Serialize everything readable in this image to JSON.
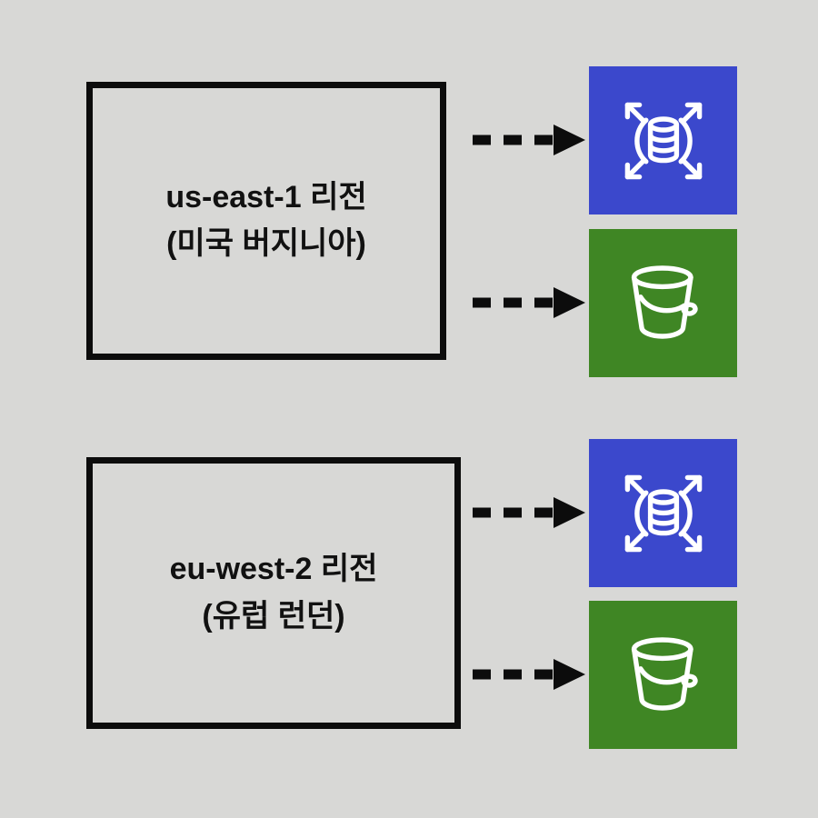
{
  "diagram": {
    "background_color": "#d8d8d6",
    "line_color": "#0c0c0c",
    "regions": [
      {
        "id": "us-east-1",
        "title": "us-east-1 리전",
        "subtitle": "(미국 버지니아)",
        "services": [
          "dynamodb",
          "s3"
        ]
      },
      {
        "id": "eu-west-2",
        "title": "eu-west-2 리전",
        "subtitle": "(유럽 런던)",
        "services": [
          "dynamodb",
          "s3"
        ]
      }
    ],
    "services": {
      "dynamodb": {
        "icon": "dynamodb-icon",
        "color": "#3b48cc"
      },
      "s3": {
        "icon": "s3-bucket-icon",
        "color": "#3f8624"
      }
    }
  }
}
